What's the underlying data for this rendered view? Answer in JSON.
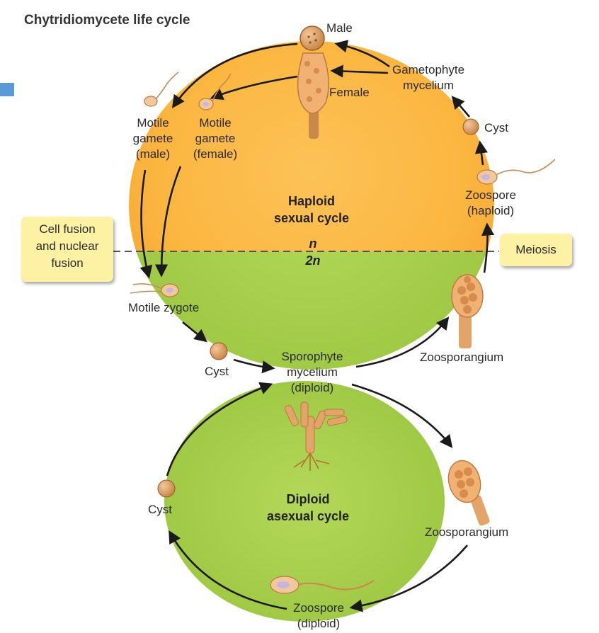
{
  "title": "Chytridiomycete life cycle",
  "labels": {
    "male": "Male",
    "female": "Female",
    "gametophyte": [
      "Gametophyte",
      "mycelium"
    ],
    "cyst_top": "Cyst",
    "zoospore_haploid": [
      "Zoospore",
      "(haploid)"
    ],
    "motile_gamete_male": [
      "Motile",
      "gamete",
      "(male)"
    ],
    "motile_gamete_female": [
      "Motile",
      "gamete",
      "(female)"
    ],
    "haploid_cycle": [
      "Haploid",
      "sexual cycle"
    ],
    "ploidy_n": "n",
    "ploidy_2n": "2n",
    "motile_zygote": "Motile zygote",
    "cyst_mid": "Cyst",
    "sporophyte": [
      "Sporophyte",
      "mycelium",
      "(diploid)"
    ],
    "zoosporangium_top": "Zoosporangium",
    "diploid_cycle": [
      "Diploid",
      "asexual cycle"
    ],
    "cyst_bottom": "Cyst",
    "zoosporangium_bottom": "Zoosporangium",
    "zoospore_diploid": [
      "Zoospore",
      "(diploid)"
    ]
  },
  "callouts": {
    "fusion": [
      "Cell fusion",
      "and nuclear",
      "fusion"
    ],
    "meiosis": "Meiosis"
  },
  "colors": {
    "haploid_fill": "#fbb640",
    "diploid_fill": "#a9cf4a",
    "callout_fill": "#fdf2a4",
    "arrow": "#1a1a1a"
  }
}
